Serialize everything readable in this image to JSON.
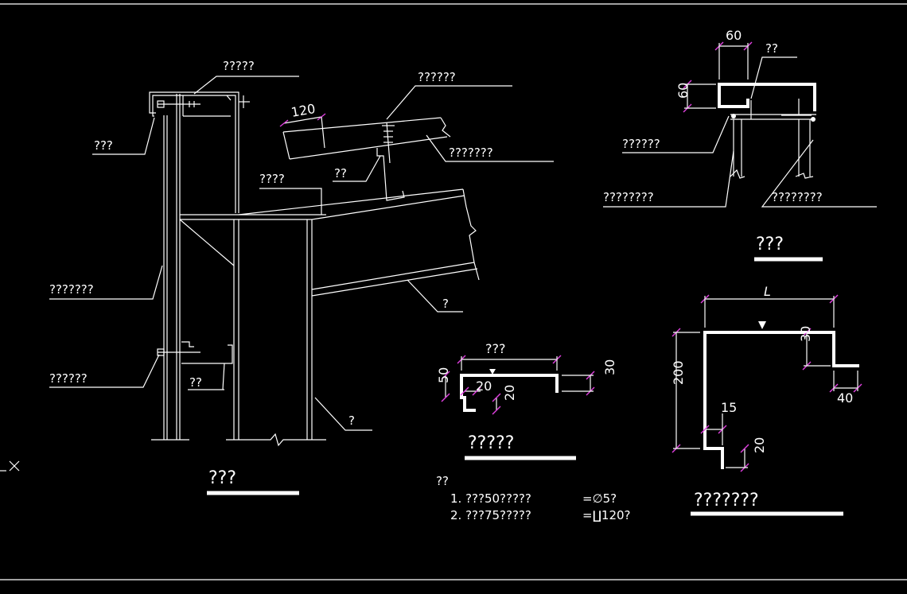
{
  "labels": {
    "l_top": "?????",
    "l_left1": "???",
    "l_left2": "???????",
    "l_left3": "??????",
    "l_lower_small": "??",
    "l_center": "????",
    "l_qq": "??",
    "l_roof": "??????",
    "l_roof2": "???????",
    "l_beam": "?",
    "l_col": "?",
    "title1": "???",
    "r_top": "??",
    "r_1": "??????",
    "r_2": "????????",
    "r_3": "????????",
    "title2": "???",
    "title3": "?????",
    "title4": "???????",
    "notes_head": "??",
    "note1": "1.  ???50?????",
    "note1b": "=∅5?",
    "note2": "2.  ???75?????",
    "note2b": "=∐120?"
  },
  "dims": {
    "d120": "120",
    "d60a": "60",
    "d60b": "60",
    "dgutter": "???",
    "d50": "50",
    "d30a": "30",
    "d20a": "20",
    "d20b": "20",
    "dL": "L",
    "d200": "200",
    "d30b": "30",
    "d40": "40",
    "d15": "15",
    "d20c": "20"
  },
  "colors": {
    "background": "#000000",
    "line": "#ffffff",
    "dim_tick": "#e040e0"
  }
}
